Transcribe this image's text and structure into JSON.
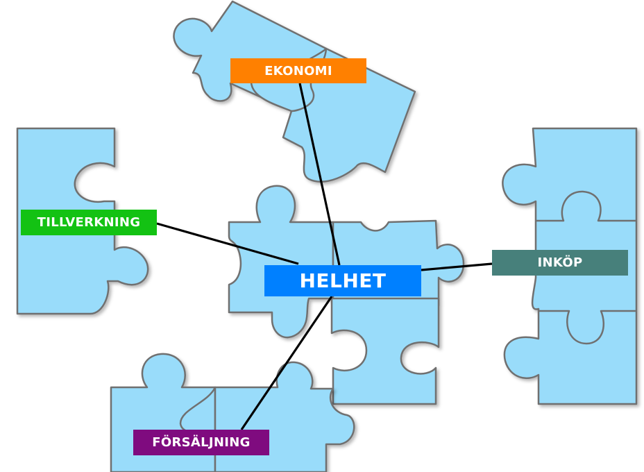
{
  "diagram": {
    "center": {
      "text": "HELHET",
      "color": "#0080ff"
    },
    "nodes": [
      {
        "id": "ekonomi",
        "text": "EKONOMI",
        "color": "#ff8000"
      },
      {
        "id": "tillverkning",
        "text": "TILLVERKNING",
        "color": "#13c213"
      },
      {
        "id": "inkop",
        "text": "INKÖP",
        "color": "#47807b"
      },
      {
        "id": "forsaljning",
        "text": "FÖRSÄLJNING",
        "color": "#7f0b7f"
      }
    ],
    "connections": [
      {
        "from": "center",
        "to": "ekonomi"
      },
      {
        "from": "center",
        "to": "tillverkning"
      },
      {
        "from": "center",
        "to": "inkop"
      },
      {
        "from": "center",
        "to": "forsaljning"
      }
    ],
    "piece_color": "#99dcfa",
    "piece_outline": "#6f6f6f"
  }
}
